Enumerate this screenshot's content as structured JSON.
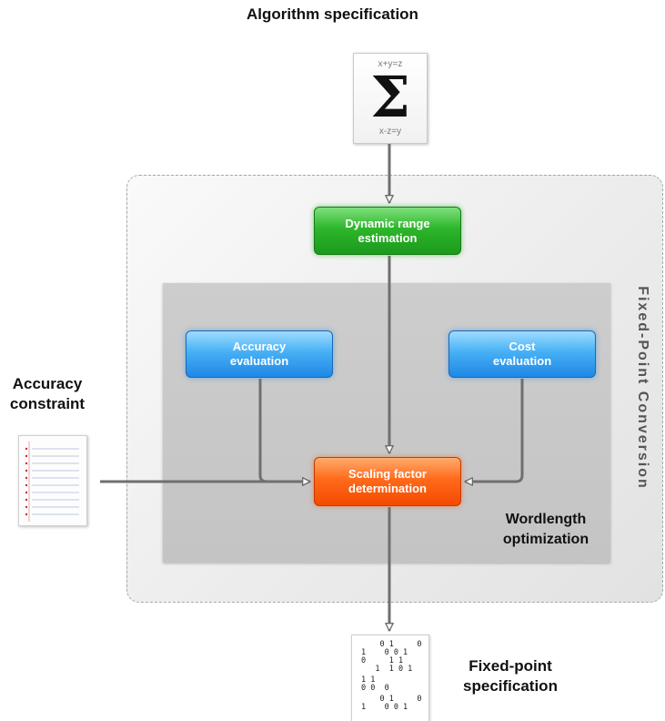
{
  "title_top": "Algorithm specification",
  "algo_doc": {
    "eq_top": "x+y=z",
    "symbol": "Σ",
    "eq_bottom": "x-z=y"
  },
  "container": {
    "label": "Fixed-Point Conversion",
    "inner_label_line1": "Wordlength",
    "inner_label_line2": "optimization"
  },
  "boxes": {
    "dynamic_range": {
      "line1": "Dynamic range",
      "line2": "estimation",
      "color": "#2db62b"
    },
    "accuracy_eval": {
      "line1": "Accuracy",
      "line2": "evaluation",
      "color": "#47b0f5"
    },
    "cost_eval": {
      "line1": "Cost",
      "line2": "evaluation",
      "color": "#47b0f5"
    },
    "scaling_factor": {
      "line1": "Scaling factor",
      "line2": "determination",
      "color": "#ff6a1a"
    }
  },
  "accuracy_constraint": {
    "line1": "Accuracy",
    "line2": "constraint"
  },
  "fixed_point_spec": {
    "line1": "Fixed-point",
    "line2": "specification",
    "binary_rows": [
      "    0 1     0",
      "1    0 0 1",
      "0     1 1",
      "   1  1 0 1",
      "1 1",
      "0 0  0",
      "    0 1     0",
      "1    0 0 1"
    ]
  }
}
